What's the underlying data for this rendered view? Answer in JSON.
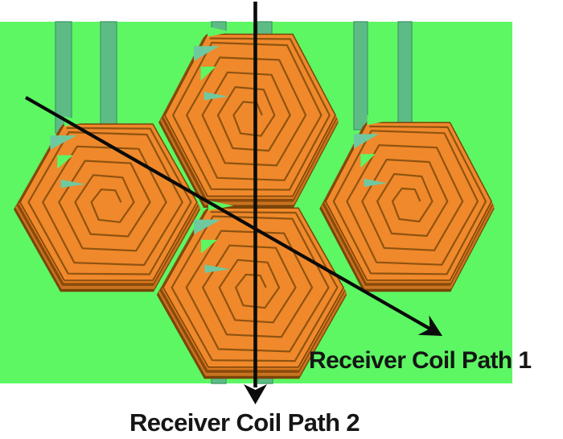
{
  "figure": {
    "description": "Hexagonal spiral receiver coil array on PCB substrate",
    "arrow1_label": "Receiver Coil Path 1",
    "arrow2_label": "Receiver Coil Path 2"
  },
  "components": {
    "substrate": "green PCB substrate",
    "coils": [
      "top-center hexagonal spiral coil",
      "left hexagonal spiral coil",
      "right hexagonal spiral coil",
      "bottom-center hexagonal spiral coil"
    ],
    "feed_lines": "vertical teal feed-line traces"
  },
  "colors": {
    "substrate_green": "#5cf763",
    "feed_line_teal": "#5dbc85",
    "feed_line_edge": "#449f6a",
    "coil_copper_orange": "#f0892b",
    "coil_trace_line": "#8f5310",
    "coil_edge_dark": "#7a4408",
    "coil_edge_mid": "#c8731f",
    "coil_edge_deep": "#8a4a0c",
    "coil_edge_light": "#d8791f",
    "notch_green": "#5cf763",
    "notch_teal": "#6fc9a0",
    "arrow_black": "#0b0b0b"
  }
}
